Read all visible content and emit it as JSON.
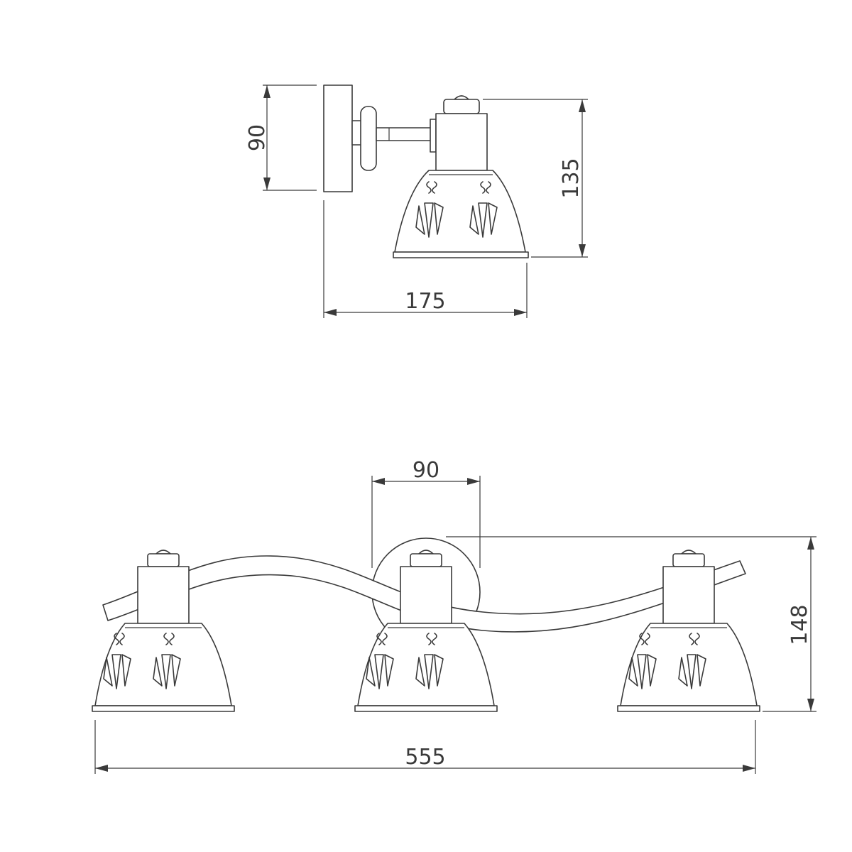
{
  "single_fixture": {
    "dimensions": {
      "backplate_height": "90",
      "total_height": "135",
      "total_depth": "175"
    }
  },
  "triple_fixture": {
    "dimensions": {
      "backplate_diameter": "90",
      "total_height": "148",
      "total_width": "555"
    }
  },
  "colors": {
    "line": "#3a3a3a",
    "background": "#ffffff"
  }
}
